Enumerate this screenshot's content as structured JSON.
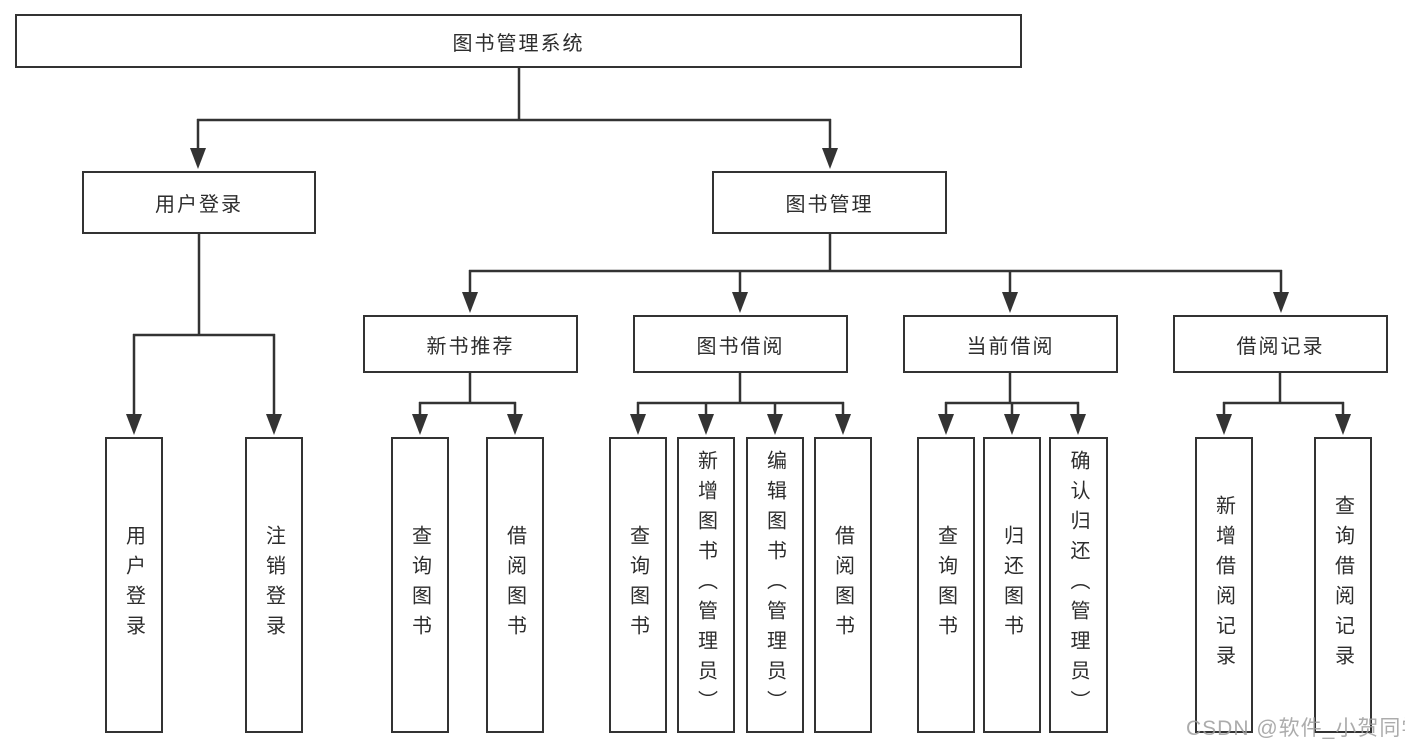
{
  "diagram_title": "图书管理系统",
  "tree": {
    "root": {
      "label": "图书管理系统"
    },
    "branches": [
      {
        "label": "用户登录",
        "leaves": [
          "用户登录",
          "注销登录"
        ]
      },
      {
        "label": "图书管理",
        "groups": [
          {
            "label": "新书推荐",
            "leaves": [
              "查询图书",
              "借阅图书"
            ]
          },
          {
            "label": "图书借阅",
            "leaves": [
              "查询图书",
              "新增图书（管理员）",
              "编辑图书（管理员）",
              "借阅图书"
            ]
          },
          {
            "label": "当前借阅",
            "leaves": [
              "查询图书",
              "归还图书",
              "确认归还（管理员）"
            ]
          },
          {
            "label": "借阅记录",
            "leaves": [
              "新增借阅记录",
              "查询借阅记录"
            ]
          }
        ]
      }
    ]
  },
  "watermark": {
    "text": "CSDN @软件_小贺同学"
  },
  "colors": {
    "line": "#333333",
    "box_border": "#333333",
    "text": "#2d2d2d",
    "background": "#ffffff",
    "watermark": "#9e9e9e"
  }
}
